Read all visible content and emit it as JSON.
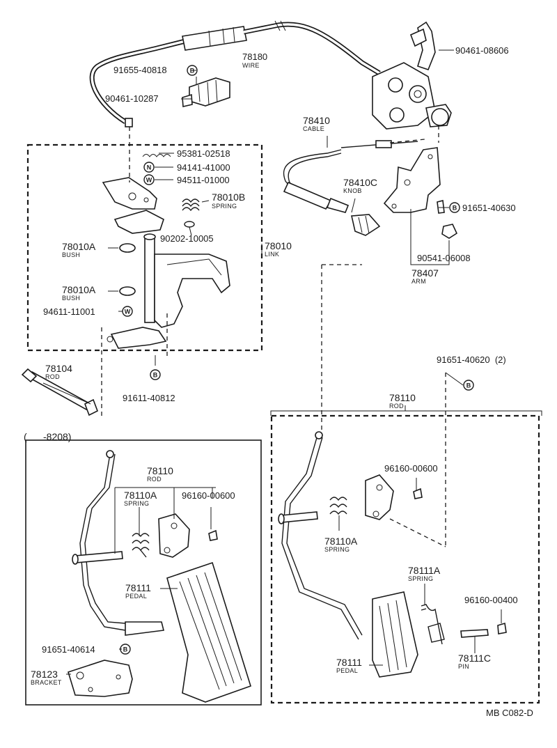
{
  "parts": {
    "p90461_08606": "90461-08606",
    "p78180": "78180",
    "p78180_sub": "WIRE",
    "p91655_40818": "91655-40818",
    "p90461_10287": "90461-10287",
    "p95381_02518": "95381-02518",
    "p94141_41000": "94141-41000",
    "p94511_01000": "94511-01000",
    "p78010B": "78010B",
    "p78010B_sub": "SPRING",
    "p90202_10005": "90202-10005",
    "p78010A_1": "78010A",
    "p78010A_1_sub": "BUSH",
    "p78010": "78010",
    "p78010_sub": "LINK",
    "p78010A_2": "78010A",
    "p78010A_2_sub": "BUSH",
    "p94611_11001": "94611-11001",
    "p91611_40812": "91611-40812",
    "p78104": "78104",
    "p78104_sub": "ROD",
    "p8208": "(      -8208)",
    "p78410": "78410",
    "p78410_sub": "CABLE",
    "p78410C": "78410C",
    "p78410C_sub": "KNOB",
    "p91651_40630": "91651-40630",
    "p90541_06008": "90541-06008",
    "p78407": "78407",
    "p78407_sub": "ARM",
    "p91651_40620": "91651-40620  (2)",
    "p78110_r": "78110",
    "p78110_r_sub": "ROD",
    "p96160_00600_r": "96160-00600",
    "p78110A_r": "78110A",
    "p78110A_r_sub": "SPRING",
    "p78111A": "78111A",
    "p78111A_sub": "SPRING",
    "p96160_00400": "96160-00400",
    "p78111_r": "78111",
    "p78111_r_sub": "PEDAL",
    "p78111C": "78111C",
    "p78111C_sub": "PIN",
    "p78110_l": "78110",
    "p78110_l_sub": "ROD",
    "p78110A_l": "78110A",
    "p78110A_l_sub": "SPRING",
    "p96160_00600_l": "96160-00600",
    "p78111_l": "78111",
    "p78111_l_sub": "PEDAL",
    "p91651_40614": "91651-40614",
    "p78123": "78123",
    "p78123_sub": "BRACKET",
    "footer": "MB C082-D"
  },
  "symbols": {
    "bolt": "B",
    "nut": "N",
    "washer": "W"
  }
}
